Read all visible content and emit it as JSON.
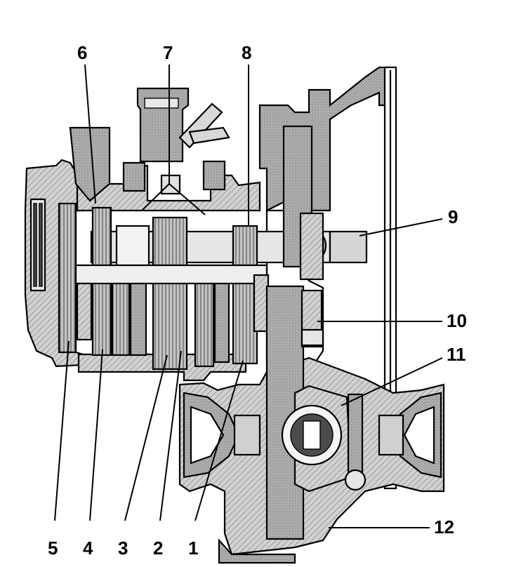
{
  "diagram": {
    "callouts": [
      {
        "id": "c1",
        "text": "1"
      },
      {
        "id": "c2",
        "text": "2"
      },
      {
        "id": "c3",
        "text": "3"
      },
      {
        "id": "c4",
        "text": "4"
      },
      {
        "id": "c5",
        "text": "5"
      },
      {
        "id": "c6",
        "text": "6"
      },
      {
        "id": "c7",
        "text": "7"
      },
      {
        "id": "c8",
        "text": "8"
      },
      {
        "id": "c9",
        "text": "9"
      },
      {
        "id": "c10",
        "text": "10"
      },
      {
        "id": "c11",
        "text": "11"
      },
      {
        "id": "c12",
        "text": "12"
      }
    ],
    "colors": {
      "ink": "#000000",
      "gear_shade": "#b4b4b4",
      "case_shade": "#d2d2d2",
      "hatch": "#8a8a8a",
      "background": "#ffffff"
    }
  }
}
